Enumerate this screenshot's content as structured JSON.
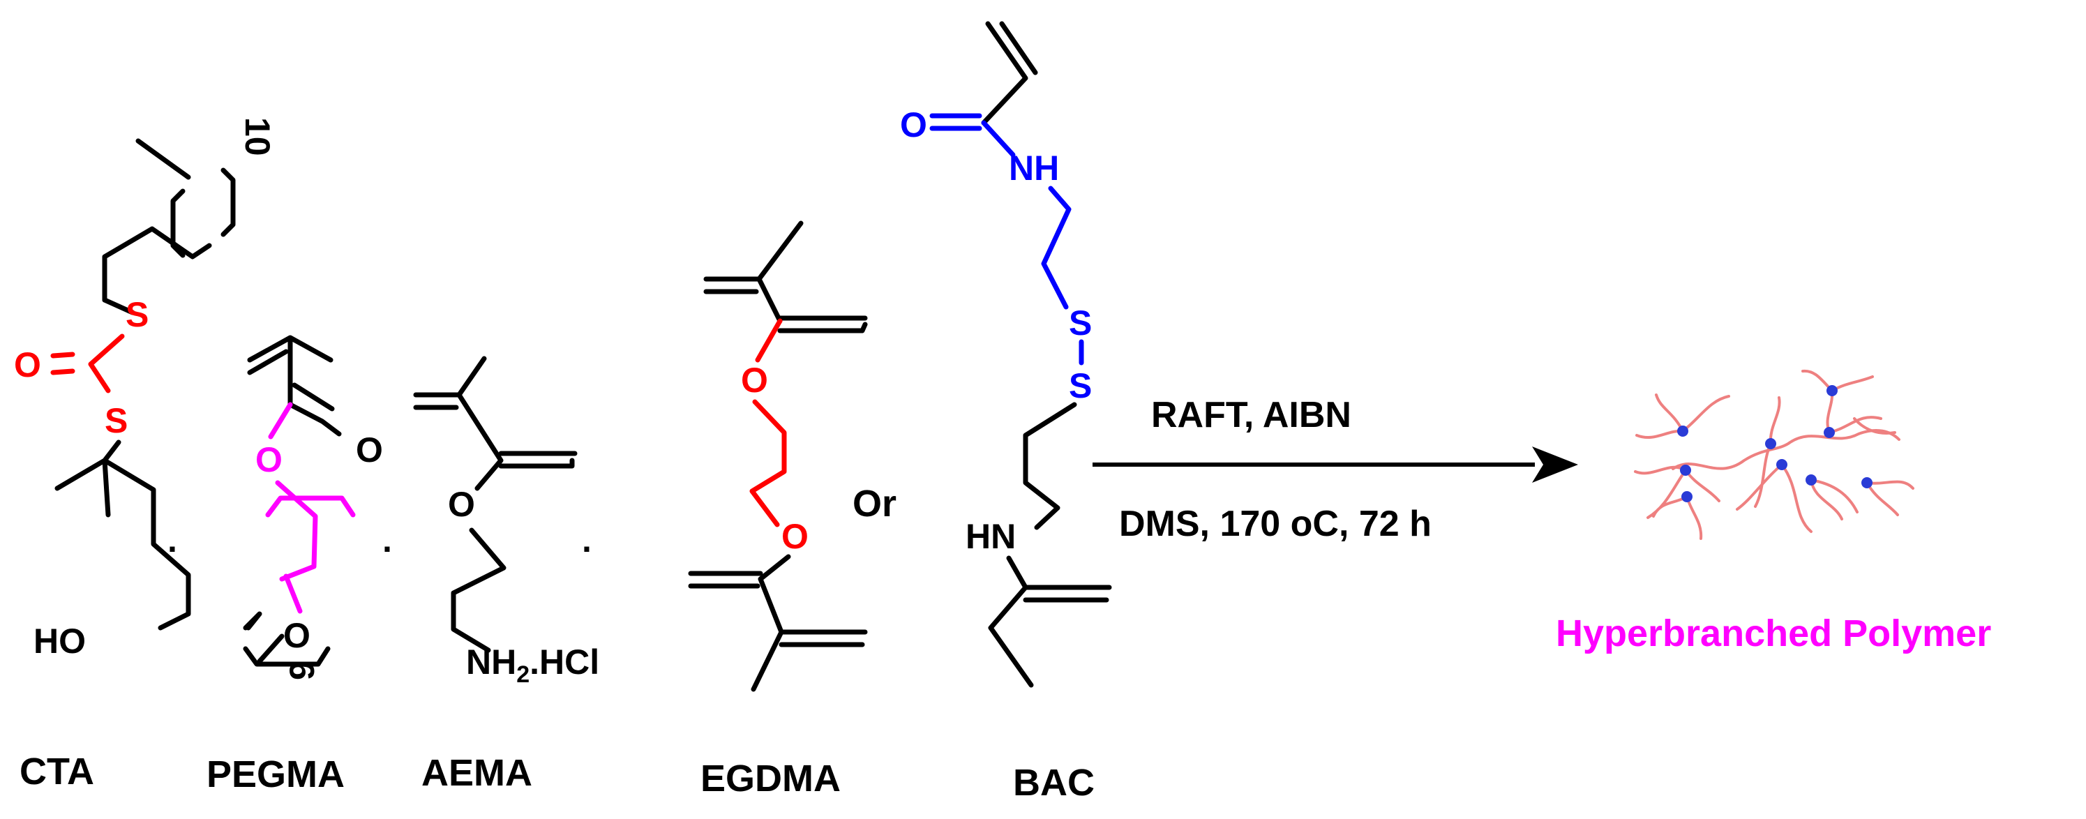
{
  "colors": {
    "bond": "#000000",
    "thio": "#ff0000",
    "bac": "#0000ff",
    "peg": "#ff00ff",
    "polymer_chain": "#ee8080",
    "polymer_node": "#2a3bd6",
    "product_label": "#ff00ff"
  },
  "molecules": {
    "cta": {
      "label": "CTA",
      "repeat": "10",
      "s_top": "S",
      "s_bottom": "S",
      "carbonyl_o": "O",
      "ho": "HO"
    },
    "pegma": {
      "label": "PEGMA",
      "carbonyl_o": "O",
      "ester_o": "O",
      "end_o": "O",
      "repeat": "9"
    },
    "aema": {
      "label": "AEMA",
      "o": "O",
      "amine": "NH",
      "sub": "2",
      "salt": ".HCl"
    },
    "egdma": {
      "label": "EGDMA",
      "o_top": "O",
      "o_bottom": "O"
    },
    "bac": {
      "label": "BAC",
      "o": "O",
      "nh_top": "NH",
      "s_top": "S",
      "s_bottom": "S",
      "hn_bottom": "HN"
    }
  },
  "separator": "·",
  "or": "Or",
  "reaction": {
    "above": "RAFT, AIBN",
    "below": "DMS, 170 oC, 72 h"
  },
  "product": {
    "label": "Hyperbranched Polymer"
  }
}
